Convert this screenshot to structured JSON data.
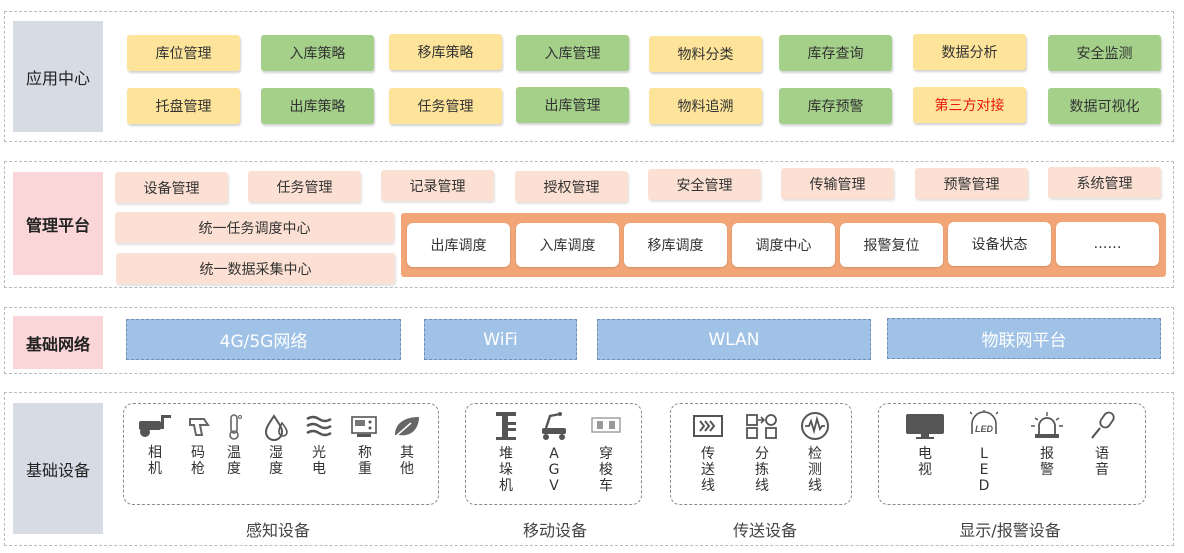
{
  "app_center": {
    "label": "应用中心",
    "row1": [
      "库位管理",
      "入库策略",
      "移库策略",
      "入库管理",
      "物料分类",
      "库存查询",
      "数据分析",
      "安全监测"
    ],
    "row2": [
      "托盘管理",
      "出库策略",
      "任务管理",
      "出库管理",
      "物料追溯",
      "库存预警",
      "第三方对接",
      "数据可视化"
    ]
  },
  "mgmt": {
    "label": "管理平台",
    "row1": [
      "设备管理",
      "任务管理",
      "记录管理",
      "授权管理",
      "安全管理",
      "传输管理",
      "预警管理",
      "系统管理"
    ],
    "center1": "统一任务调度中心",
    "center2": "统一数据采集中心",
    "sched": [
      "出库调度",
      "入库调度",
      "移库调度",
      "调度中心",
      "报警复位",
      "设备状态",
      "……"
    ]
  },
  "network": {
    "label": "基础网络",
    "items": [
      "4G/5G网络",
      "WiFi",
      "WLAN",
      "物联网平台"
    ]
  },
  "devices": {
    "label": "基础设备",
    "sensing": {
      "title": "感知设备",
      "items": [
        "相机",
        "码枪",
        "温度",
        "湿度",
        "光电",
        "称重",
        "其他"
      ]
    },
    "mobile": {
      "title": "移动设备",
      "items": [
        "堆垛机",
        "AGV",
        "穿梭车"
      ]
    },
    "conveyor": {
      "title": "传送设备",
      "items": [
        "传送线",
        "分拣线",
        "检测线"
      ]
    },
    "display": {
      "title": "显示/报警设备",
      "items": [
        "电视",
        "LED",
        "报警",
        "语音"
      ]
    }
  },
  "colors": {
    "yellow": "#fde49a",
    "green": "#a4d08a",
    "pink": "#fbe0d3",
    "orange": "#f2a678",
    "blue": "#9fc2e6",
    "accent_red": "#e8180c"
  }
}
